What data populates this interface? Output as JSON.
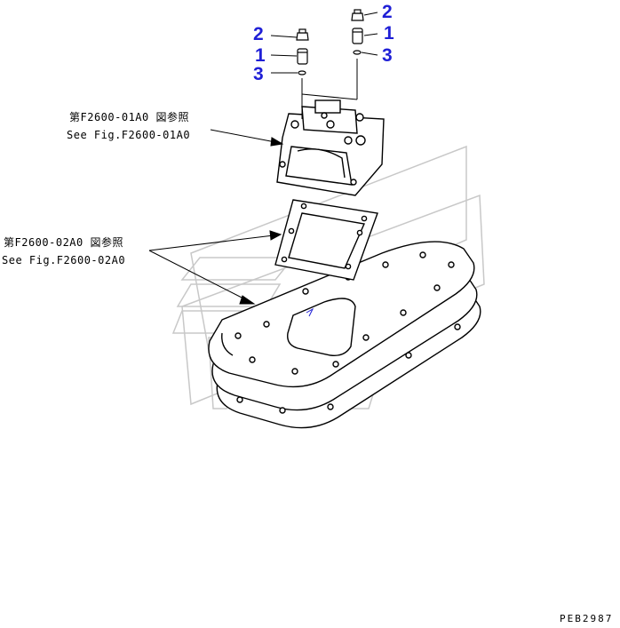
{
  "callouts": [
    {
      "label": "2",
      "side": "right"
    },
    {
      "label": "1",
      "side": "right"
    },
    {
      "label": "3",
      "side": "right"
    },
    {
      "label": "2",
      "side": "left"
    },
    {
      "label": "1",
      "side": "left"
    },
    {
      "label": "3",
      "side": "left"
    }
  ],
  "references": {
    "upper": {
      "line1": "第F2600-01A0 図参照",
      "line2": "See Fig.F2600-01A0"
    },
    "lower": {
      "line1": "第F2600-02A0 図参照",
      "line2": "See Fig.F2600-02A0"
    }
  },
  "drawing_code": "PEB2987",
  "colors": {
    "callout": "#1f1fd6",
    "line": "#000000",
    "watermark": "#c8c8c8"
  }
}
